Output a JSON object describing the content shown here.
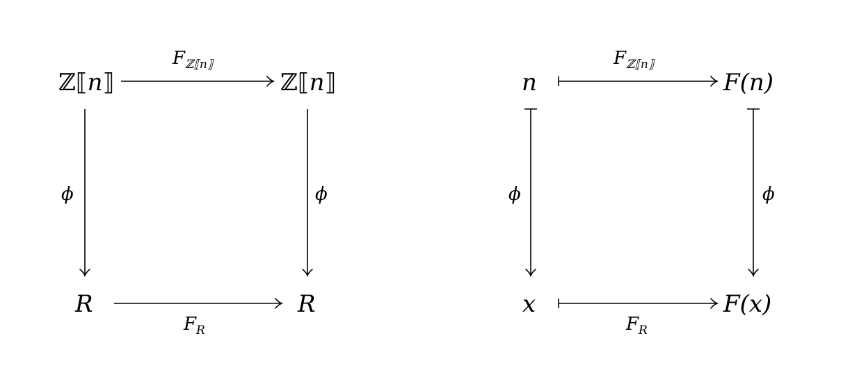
{
  "left_diagram": {
    "top_left": {
      "main": "ℤ",
      "bracket_open": "⟦",
      "var": "n",
      "bracket_close": "⟧"
    },
    "top_right": {
      "main": "ℤ",
      "bracket_open": "⟦",
      "var": "n",
      "bracket_close": "⟧"
    },
    "bottom_left": "R",
    "bottom_right": "R",
    "top_arrow_label": {
      "base": "F",
      "subscript": "ℤ⟦n⟧"
    },
    "bottom_arrow_label": {
      "base": "F",
      "subscript": "R"
    },
    "left_arrow_label": "ϕ",
    "right_arrow_label": "ϕ"
  },
  "right_diagram": {
    "top_left": "n",
    "top_right": "F(n)",
    "bottom_left": "x",
    "bottom_right": "F(x)",
    "top_arrow_label": {
      "base": "F",
      "subscript": "ℤ⟦n⟧"
    },
    "bottom_arrow_label": {
      "base": "F",
      "subscript": "R"
    },
    "left_arrow_label": "ϕ",
    "right_arrow_label": "ϕ"
  }
}
